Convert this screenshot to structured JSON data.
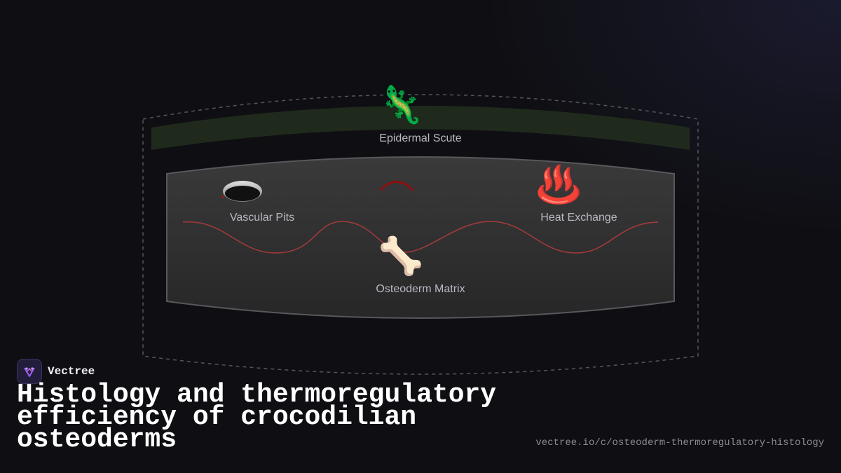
{
  "diagram": {
    "layers": [
      {
        "id": "scute",
        "label": "Epidermal Scute",
        "icon": "🦎",
        "icon_name": "lizard-icon"
      },
      {
        "id": "pits",
        "label": "Vascular Pits",
        "icon_name": "pit-icon"
      },
      {
        "id": "heat",
        "label": "Heat Exchange",
        "icon": "♨️",
        "icon_name": "hot-springs-icon"
      },
      {
        "id": "matrix",
        "label": "Osteoderm Matrix",
        "icon": "🦴",
        "icon_name": "bone-icon"
      }
    ],
    "colors": {
      "scute_band": "#1f2a1c",
      "matrix_fill": "#2d2d2e",
      "vessel_line": "#b23a3a",
      "arc": "#8b0f0f"
    }
  },
  "brand": {
    "name": "Vectree"
  },
  "title": "Histology and thermoregulatory efficiency of crocodilian osteoderms",
  "url": "vectree.io/c/osteoderm-thermoregulatory-histology"
}
